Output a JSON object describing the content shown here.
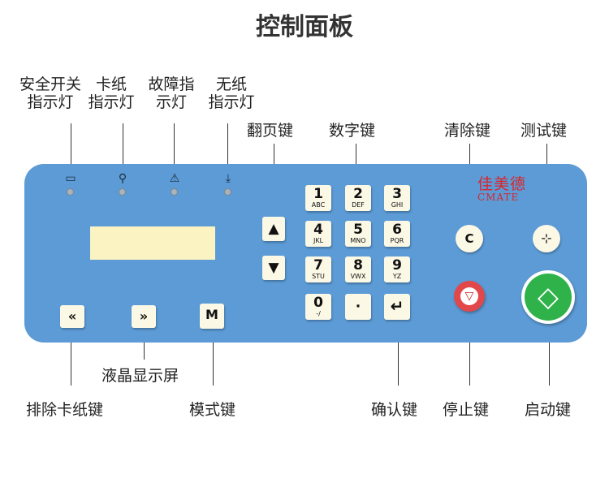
{
  "title": "控制面板",
  "indicators": [
    {
      "label_line1": "安全开关",
      "label_line2": "指示灯",
      "icon": "battery-outline-icon",
      "glyph": "▭"
    },
    {
      "label_line1": "卡纸",
      "label_line2": "指示灯",
      "icon": "paper-jam-icon",
      "glyph": "⚲"
    },
    {
      "label_line1": "故障指",
      "label_line2": "示灯",
      "icon": "warning-icon",
      "glyph": "⚠"
    },
    {
      "label_line1": "无纸",
      "label_line2": "指示灯",
      "icon": "no-paper-icon",
      "glyph": "⤓"
    }
  ],
  "callouts": {
    "page_keys": "翻页键",
    "number_keys": "数字键",
    "clear_key": "清除键",
    "test_key": "测试键",
    "lcd": "液晶显示屏",
    "clear_jam_key": "排除卡纸键",
    "mode_key": "模式键",
    "confirm_key": "确认键",
    "stop_key": "停止键",
    "start_key": "启动键"
  },
  "brand": {
    "name_cn": "佳美德",
    "name_en": "CMATE",
    "color": "#d8262c"
  },
  "keys": {
    "page_up": "▲",
    "page_down": "▼",
    "rewind": "«",
    "forward": "»",
    "mode": "M",
    "clear": "C",
    "test": "⊹",
    "stop": "▽",
    "start": "◇",
    "digits": [
      {
        "d": "1",
        "s": "ABC"
      },
      {
        "d": "2",
        "s": "DEF"
      },
      {
        "d": "3",
        "s": "GHI"
      },
      {
        "d": "4",
        "s": "JKL"
      },
      {
        "d": "5",
        "s": "MNO"
      },
      {
        "d": "6",
        "s": "PQR"
      },
      {
        "d": "7",
        "s": "STU"
      },
      {
        "d": "8",
        "s": "VWX"
      },
      {
        "d": "9",
        "s": "YZ"
      },
      {
        "d": "0",
        "s": "-/"
      },
      {
        "d": "·",
        "s": ""
      },
      {
        "d": "↵",
        "s": ""
      }
    ]
  },
  "colors": {
    "panel": "#5c9bd6",
    "lcd": "#fbf3c2",
    "stop_button": "#e2474a",
    "start_button": "#2fb24a"
  }
}
